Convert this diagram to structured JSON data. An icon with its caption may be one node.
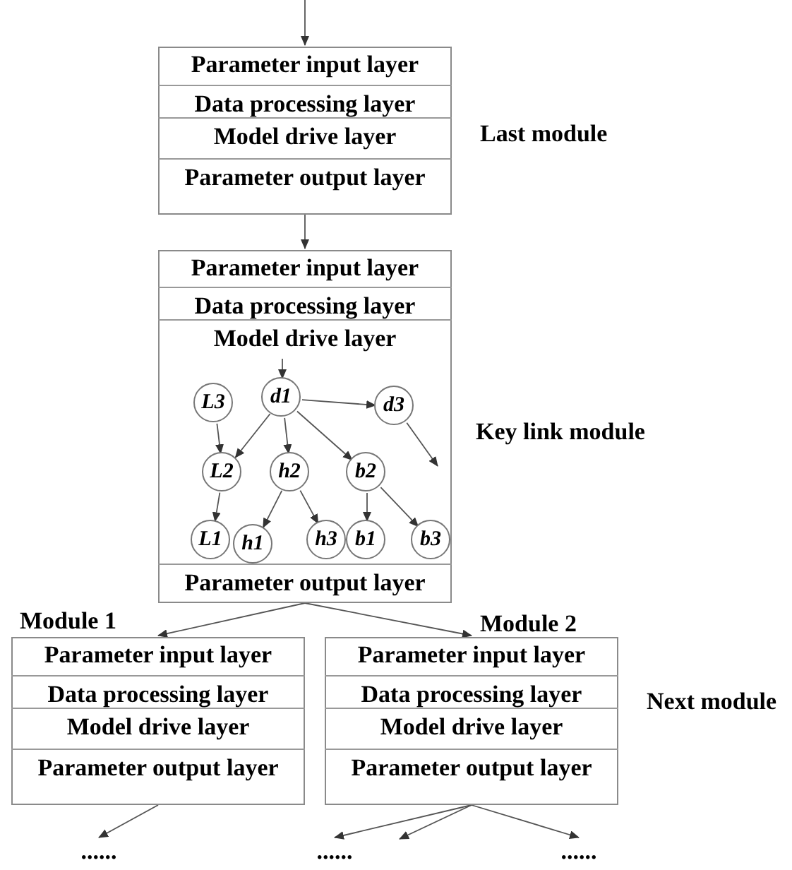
{
  "diagram": {
    "nodes": [
      {
        "text": [],
        "shape": "box",
        "beside": [
          "Last module"
        ]
      },
      {
        "text": [
          "Parameter input layer"
        ],
        "in": 0
      },
      {
        "text": [
          "Data processing layer"
        ],
        "in": 0
      },
      {
        "text": [
          "Model drive layer"
        ],
        "in": 0
      },
      {
        "text": [
          "Parameter output layer"
        ],
        "in": 0
      },
      {
        "text": [],
        "shape": "box",
        "beside": [
          "Key link module"
        ]
      },
      {
        "text": [
          "Parameter input layer"
        ],
        "in": 5
      },
      {
        "text": [
          "Data processing layer"
        ],
        "in": 5
      },
      {
        "text": [
          "Model drive layer"
        ],
        "in": 5
      },
      {
        "text": [
          "Parameter output layer"
        ],
        "in": 5
      },
      {
        "text": [
          "L3"
        ],
        "in": 8
      },
      {
        "text": [
          "d1"
        ],
        "in": 8
      },
      {
        "text": [
          "d3"
        ],
        "in": 8
      },
      {
        "text": [
          "L2"
        ],
        "in": 8
      },
      {
        "text": [
          "h2"
        ],
        "in": 8
      },
      {
        "text": [
          "b2"
        ],
        "in": 8
      },
      {
        "text": [
          "L1"
        ],
        "in": 8
      },
      {
        "text": [
          "h1"
        ],
        "in": 8
      },
      {
        "text": [
          "h3"
        ],
        "in": 8
      },
      {
        "text": [
          "b1"
        ],
        "in": 8
      },
      {
        "text": [
          "b3"
        ],
        "in": 8
      },
      {
        "text": [
          "Module 1"
        ]
      },
      {
        "text": [
          "Parameter input layer"
        ],
        "in": 21
      },
      {
        "text": [
          "Data processing layer"
        ],
        "in": 21
      },
      {
        "text": [
          "Model drive layer"
        ],
        "in": 21
      },
      {
        "text": [
          "Parameter output layer"
        ],
        "in": 21
      },
      {
        "text": [
          "Module 2"
        ]
      },
      {
        "text": [
          "Parameter input layer"
        ],
        "in": 26
      },
      {
        "text": [
          "Data processing layer"
        ],
        "in": 26
      },
      {
        "text": [
          "Model drive layer"
        ],
        "in": 26
      },
      {
        "text": [
          "Parameter output layer"
        ],
        "in": 26
      },
      {
        "text": [
          "......"
        ]
      },
      {
        "text": [
          "......"
        ]
      },
      {
        "text": [
          "......"
        ]
      }
    ],
    "edges": [
      {
        "from": null,
        "to": 0,
        "arrow": "to"
      },
      {
        "from": 0,
        "to": 5,
        "arrow": "to"
      },
      {
        "from": 5,
        "to": 21,
        "arrow": "to"
      },
      {
        "from": 5,
        "to": 26,
        "arrow": "to"
      },
      {
        "from": 21,
        "to": 31,
        "arrow": "to"
      },
      {
        "from": 26,
        "to": 32,
        "arrow": "to"
      },
      {
        "from": 26,
        "to": null,
        "arrow": "to"
      },
      {
        "from": 26,
        "to": 33,
        "arrow": "to"
      },
      {
        "from": null,
        "to": 11,
        "arrow": "to"
      },
      {
        "from": 11,
        "to": 12,
        "arrow": "to"
      },
      {
        "from": 12,
        "to": null,
        "arrow": "to"
      },
      {
        "from": 11,
        "to": 13,
        "arrow": "to"
      },
      {
        "from": 11,
        "to": 14,
        "arrow": "to"
      },
      {
        "from": 11,
        "to": 15,
        "arrow": "to"
      },
      {
        "from": 10,
        "to": 13,
        "arrow": "to"
      },
      {
        "from": 13,
        "to": 16,
        "arrow": "to"
      },
      {
        "from": 14,
        "to": 17,
        "arrow": "to"
      },
      {
        "from": 14,
        "to": 18,
        "arrow": "to"
      },
      {
        "from": 15,
        "to": 19,
        "arrow": "to"
      },
      {
        "from": 15,
        "to": 20,
        "arrow": "to"
      }
    ],
    "labels": [
      "Next module"
    ]
  }
}
